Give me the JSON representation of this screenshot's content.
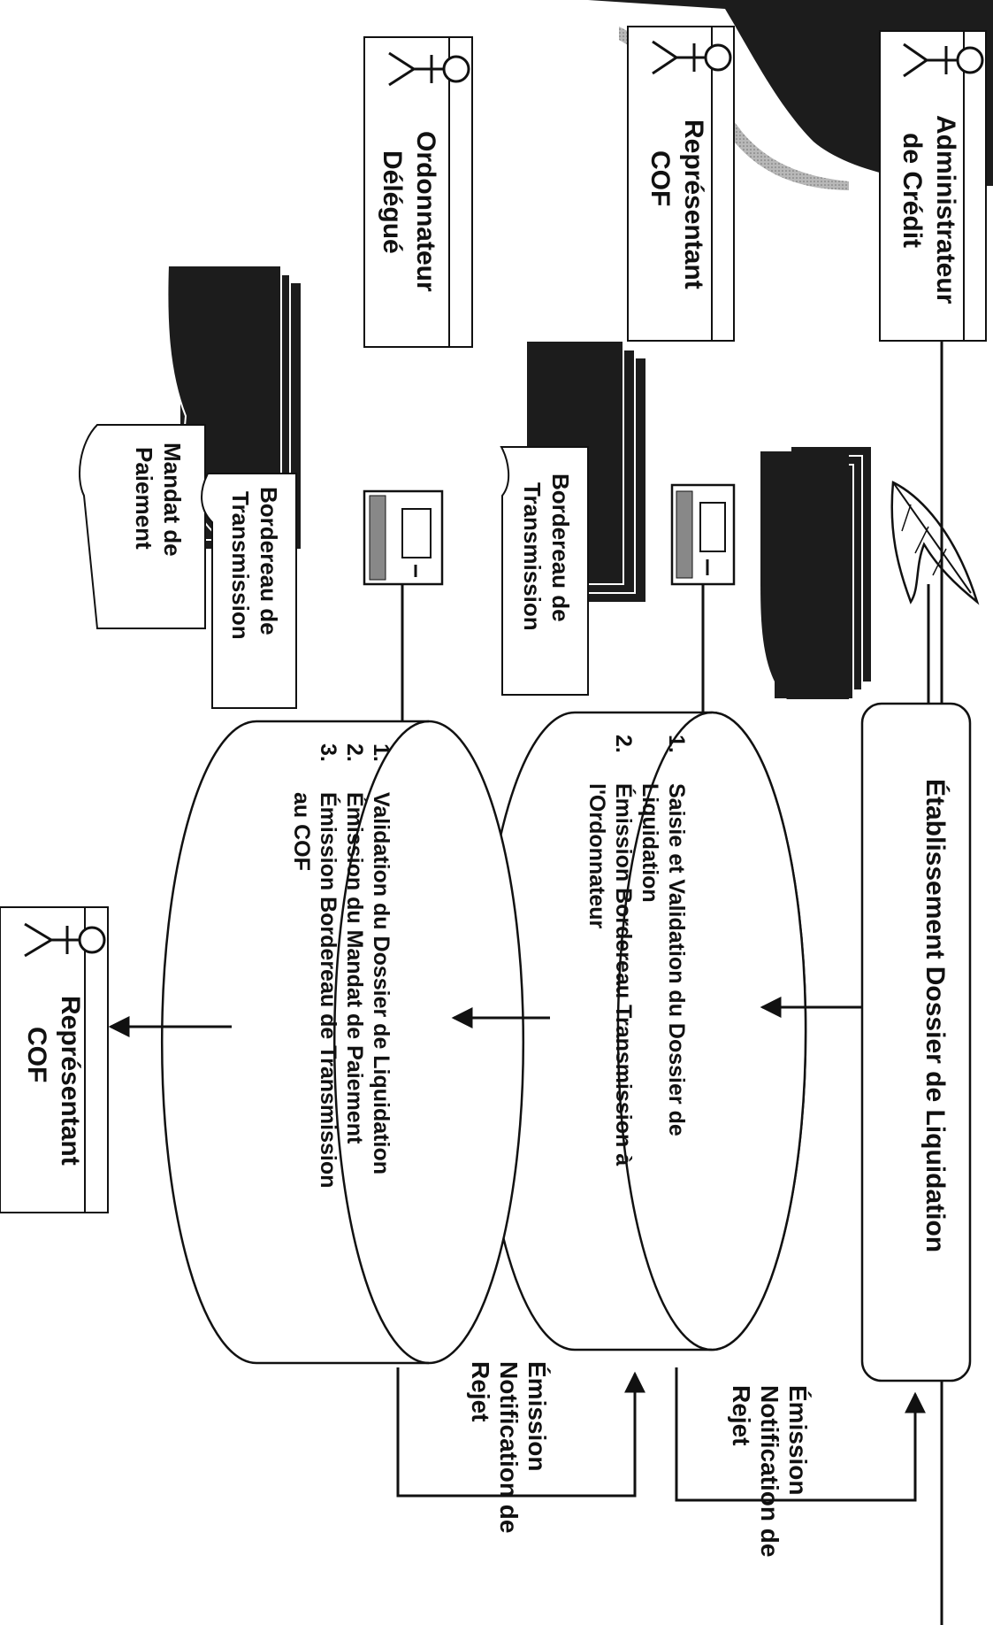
{
  "actors": {
    "admin": [
      "Administrateur",
      "de Crédit"
    ],
    "cof_top": [
      "Représentant",
      "COF"
    ],
    "ordo": [
      "Ordonnateur",
      "Délégué"
    ],
    "cof_bottom": [
      "Représentant",
      "COF"
    ]
  },
  "documents": {
    "bordereau_1": [
      "Bordereau de",
      "Transmission"
    ],
    "bordereau_2": [
      "Bordereau de",
      "Transmission"
    ],
    "mandat": [
      "Mandat de",
      "Paiement"
    ]
  },
  "processes": {
    "etablissement": "Établissement Dossier de Liquidation",
    "saisie": {
      "items": [
        [
          "1.",
          "Saisie et Validation du Dossier de"
        ],
        [
          "",
          "Liquidation"
        ],
        [
          "2.",
          "Émission Bordereau Transmission à"
        ],
        [
          "",
          "l'Ordonnateur"
        ]
      ]
    },
    "validation": {
      "items": [
        [
          "1.",
          "Validation du Dossier de Liquidation"
        ],
        [
          "2.",
          "Émission du Mandat de Paiement"
        ],
        [
          "3.",
          "Émission Bordereau de Transmission"
        ],
        [
          "",
          "au COF"
        ]
      ]
    }
  },
  "rejections": {
    "top": [
      "Émission",
      "Notification de",
      "Rejet"
    ],
    "bottom": [
      "Émission",
      "Notification de",
      "Rejet"
    ]
  },
  "colors": {
    "ink": "#111111",
    "dark": "#1c1c1c",
    "shade": "#9a9a9a"
  }
}
